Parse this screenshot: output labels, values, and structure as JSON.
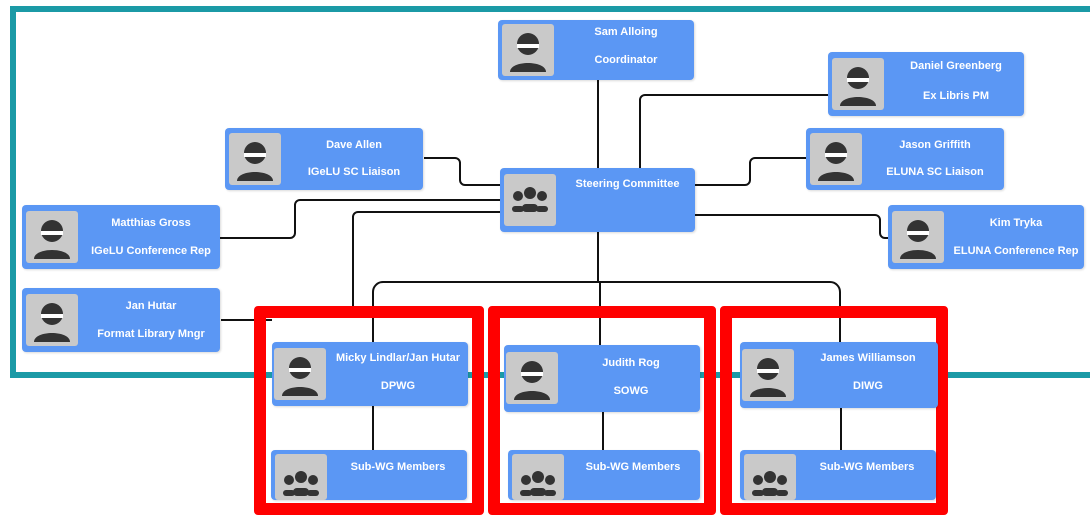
{
  "icons": {
    "person": "person-icon",
    "group": "group-icon"
  },
  "colors": {
    "node": "#5b97f4",
    "frame_teal": "#1b9aa6",
    "frame_red": "#ff0000",
    "connector": "#111111"
  },
  "nodes": {
    "alloing": {
      "name": "Sam Alloing",
      "role": "Coordinator"
    },
    "greenberg": {
      "name": "Daniel Greenberg",
      "role": "Ex Libris PM"
    },
    "allen": {
      "name": "Dave Allen",
      "role": "IGeLU SC Liaison"
    },
    "griffith": {
      "name": "Jason Griffith",
      "role": "ELUNA SC Liaison"
    },
    "steering": {
      "name": "Steering Committee"
    },
    "gross": {
      "name": "Matthias Gross",
      "role": "IGeLU Conference Rep"
    },
    "tryka": {
      "name": "Kim Tryka",
      "role": "ELUNA Conference Rep"
    },
    "hutar": {
      "name": "Jan Hutar",
      "role": "Format Library Mngr"
    },
    "dpwg": {
      "name": "Micky Lindlar/Jan Hutar",
      "role": "DPWG"
    },
    "sowg": {
      "name": "Judith Rog",
      "role": "SOWG"
    },
    "diwg": {
      "name": "James Williamson",
      "role": "DIWG"
    },
    "sub1": {
      "name": "Sub-WG Members"
    },
    "sub2": {
      "name": "Sub-WG Members"
    },
    "sub3": {
      "name": "Sub-WG Members"
    }
  }
}
